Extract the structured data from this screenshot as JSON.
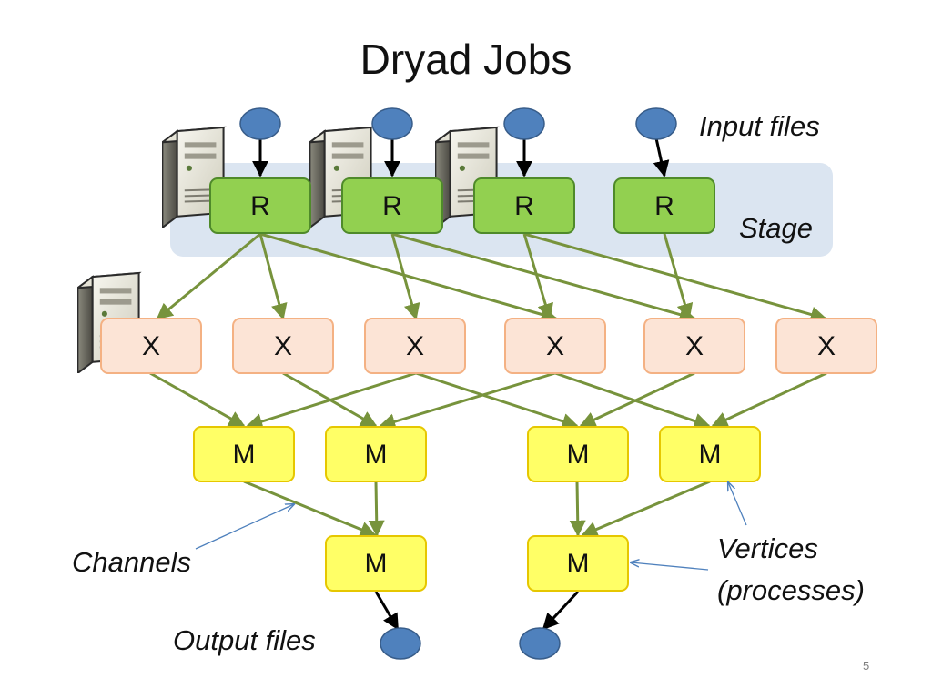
{
  "slide": {
    "title": "Dryad Jobs",
    "page_number": "5"
  },
  "labels": {
    "input_files": "Input files",
    "stage": "Stage",
    "channels": "Channels",
    "vertices_line1": "Vertices",
    "vertices_line2": "(processes)",
    "output_files": "Output files"
  },
  "node_text": {
    "r": "R",
    "x": "X",
    "m": "M"
  },
  "colors": {
    "stage_band": "#dbe5f1",
    "r_fill": "#92d050",
    "r_stroke": "#4f8a2a",
    "x_fill": "#fce4d6",
    "x_stroke": "#f4b183",
    "m_fill": "#ffff66",
    "m_stroke": "#e6c700",
    "edge_green": "#77933c",
    "file_fill": "#4f81bd",
    "callout": "#4f81bd"
  },
  "icons": [
    "server-icon"
  ]
}
